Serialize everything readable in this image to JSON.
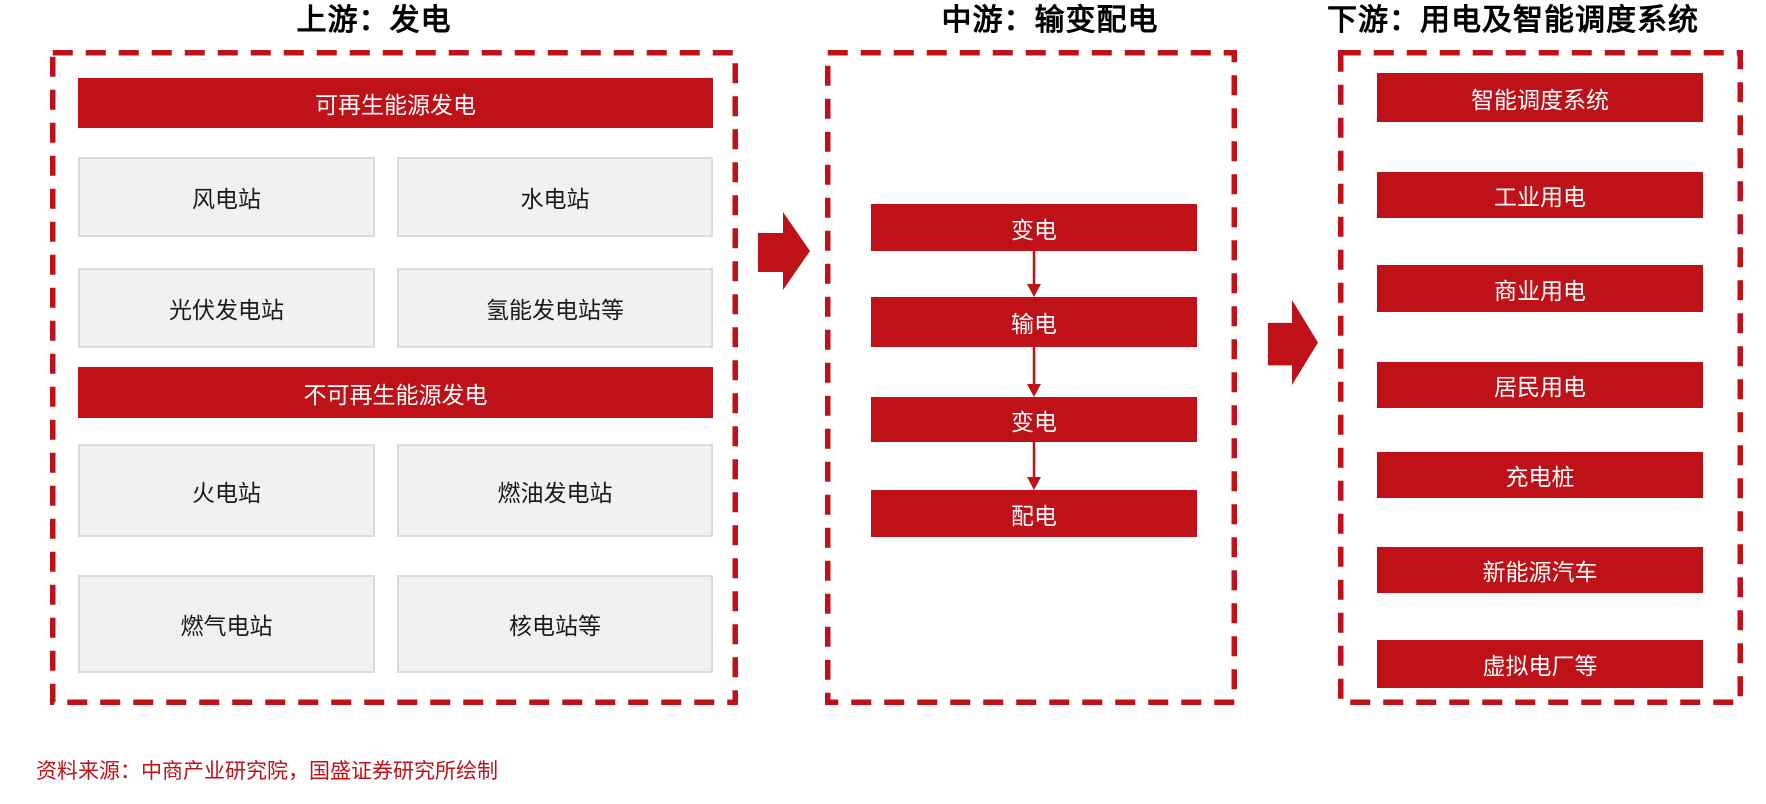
{
  "titles": {
    "upstream": "上游：发电",
    "midstream": "中游：输变配电",
    "downstream": "下游：用电及智能调度系统"
  },
  "upstream": {
    "renewable_header": "可再生能源发电",
    "renewable_items": [
      "风电站",
      "水电站",
      "光伏发电站",
      "氢能发电站等"
    ],
    "nonrenewable_header": "不可再生能源发电",
    "nonrenewable_items": [
      "火电站",
      "燃油发电站",
      "燃气电站",
      "核电站等"
    ]
  },
  "midstream": {
    "steps": [
      "变电",
      "输电",
      "变电",
      "配电"
    ]
  },
  "downstream": {
    "items": [
      "智能调度系统",
      "工业用电",
      "商业用电",
      "居民用电",
      "充电桩",
      "新能源汽车",
      "虚拟电厂等"
    ]
  },
  "source_note": "资料来源：中商产业研究院，国盛证券研究所绘制",
  "colors": {
    "red": "#BE1118",
    "item_bg": "#F1F1F1",
    "item_border": "#DBDBDB",
    "text_dark": "#1A1A1A",
    "bar_text": "#FFFFFF",
    "title_text": "#000000"
  }
}
